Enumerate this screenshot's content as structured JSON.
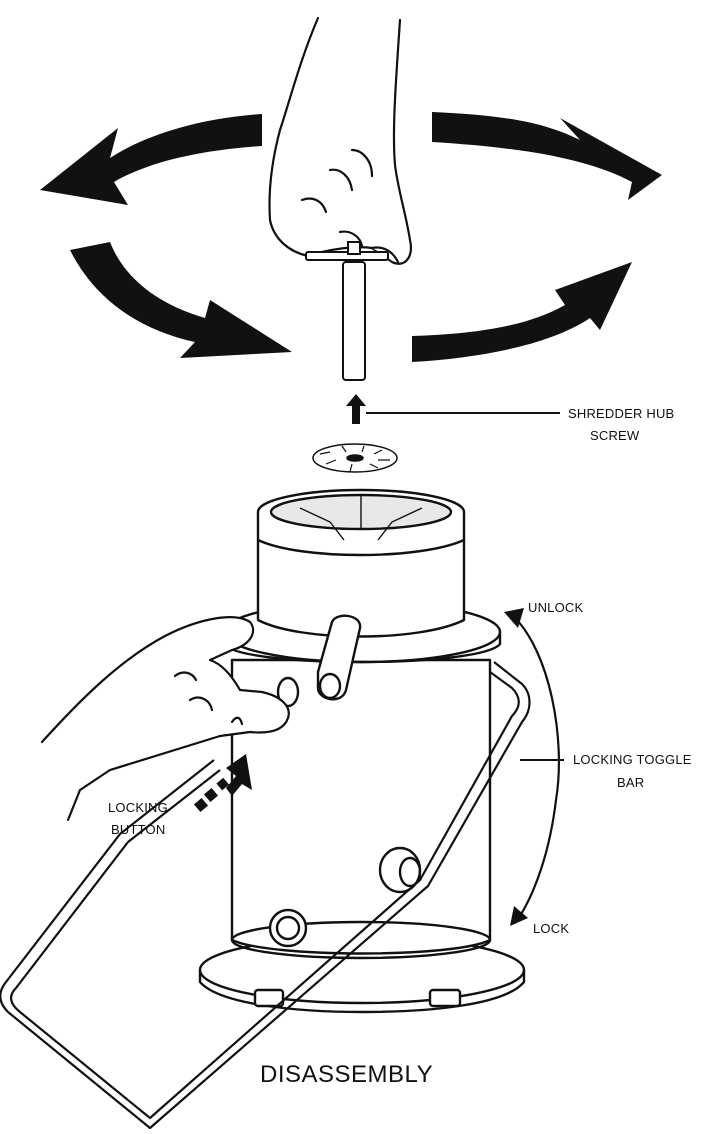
{
  "labels": {
    "shredder_hub_screw_line1": "SHREDDER HUB",
    "shredder_hub_screw_line2": "SCREW",
    "unlock": "UNLOCK",
    "locking_toggle_bar_line1": "LOCKING TOGGLE",
    "locking_toggle_bar_line2": "BAR",
    "lock": "LOCK",
    "locking_button_line1": "LOCKING",
    "locking_button_line2": "BUTTON"
  },
  "caption": "DISASSEMBLY",
  "colors": {
    "ink": "#111111",
    "background": "#ffffff"
  }
}
